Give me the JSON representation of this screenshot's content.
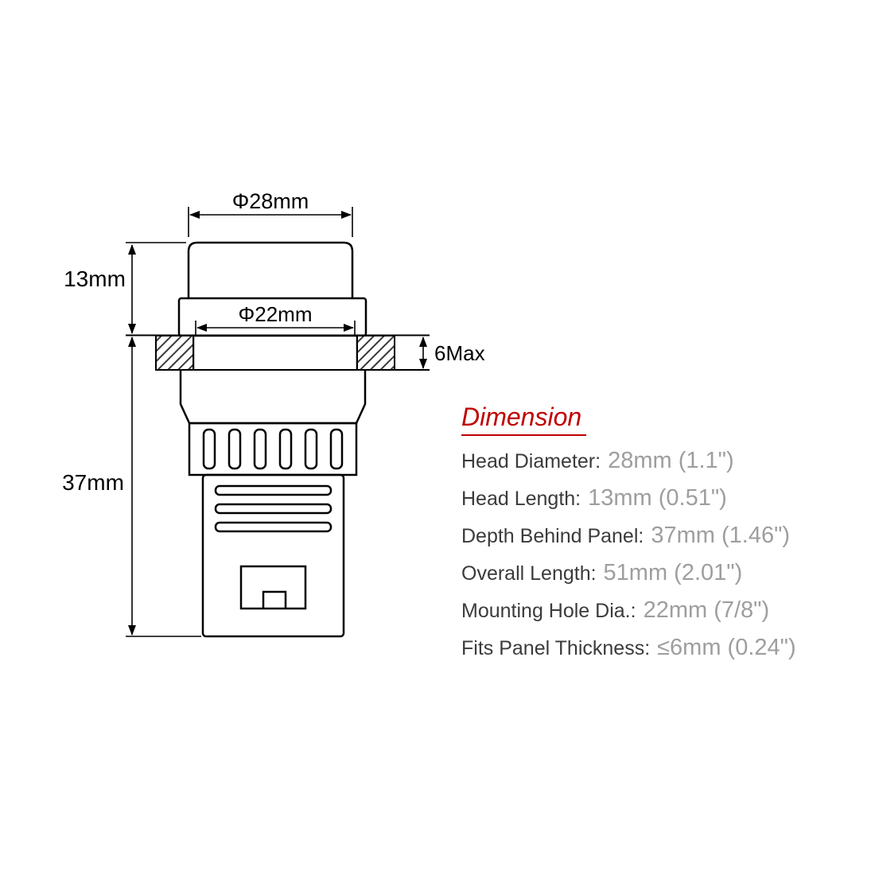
{
  "title": "Dimension",
  "drawing": {
    "head_diameter": "Φ28mm",
    "head_length": "13mm",
    "mounting_hole": "Φ22mm",
    "panel_thickness": "6Max",
    "depth_behind_panel": "37mm"
  },
  "specs": [
    {
      "label": "Head Diameter:",
      "value": "28mm (1.1\")"
    },
    {
      "label": "Head Length:",
      "value": "13mm (0.51\")"
    },
    {
      "label": "Depth Behind Panel:",
      "value": "37mm (1.46\")"
    },
    {
      "label": "Overall Length:",
      "value": "51mm (2.01\")"
    },
    {
      "label": "Mounting Hole Dia.:",
      "value": "22mm (7/8\")"
    },
    {
      "label": "Fits Panel Thickness:",
      "value": "≤6mm (0.24\")"
    }
  ],
  "colors": {
    "accent_red": "#c00000",
    "label_gray": "#3b3b3b",
    "value_gray": "#9e9e9e",
    "line_black": "#000000"
  }
}
